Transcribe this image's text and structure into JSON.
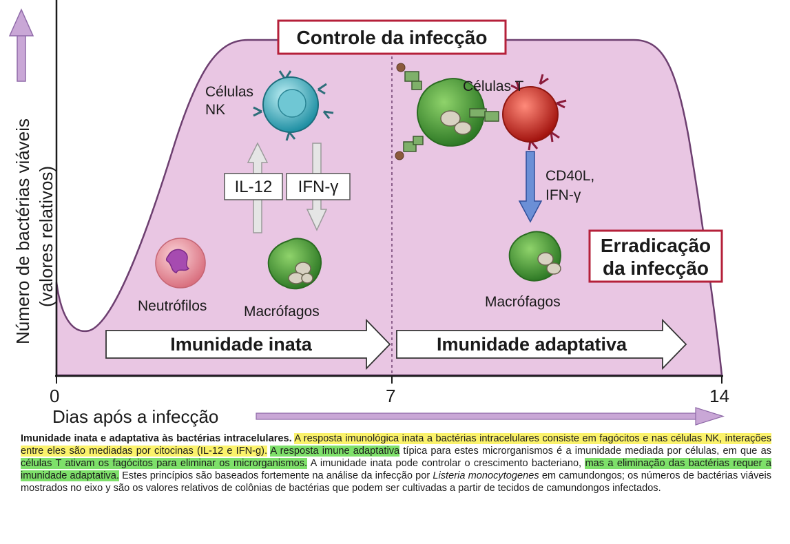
{
  "diagram": {
    "y_axis_label_line1": "Número de bactérias viáveis",
    "y_axis_label_line2": "(valores relativos)",
    "x_axis_label": "Dias após a infecção",
    "x_ticks": [
      "0",
      "7",
      "14"
    ],
    "control_box": "Controle da infecção",
    "eradication_box_line1": "Erradicação",
    "eradication_box_line2": "da infecção",
    "innate_arrow": "Imunidade inata",
    "adaptive_arrow": "Imunidade adaptativa",
    "nk_label_line1": "Células",
    "nk_label_line2": "NK",
    "il12": "IL-12",
    "ifng": "IFN-γ",
    "neutrophils": "Neutrófilos",
    "macrophages_left": "Macrófagos",
    "t_cells": "Células T",
    "cd40l_line1": "CD40L,",
    "cd40l_line2": "IFN-γ",
    "macrophages_right": "Macrófagos",
    "colors": {
      "curve_fill": "#e9c6e3",
      "curve_stroke": "#6d3f70",
      "box_border": "#b5203a",
      "axis_arrow": "#b892c8",
      "macrophage": "#4f9e3b",
      "nk_cell": "#3aa7b8",
      "t_cell": "#c8271f",
      "neutrophil": "#e98b98"
    }
  },
  "caption": {
    "title": "Imunidade inata e adaptativa às bactérias intracelulares.",
    "s1": "A resposta imunológica inata a bactérias intracelulares consiste em fagócitos e nas células NK, interações entre eles são mediadas por citocinas (IL-12 e IFN-g).",
    "s2": "A resposta imune adaptativa",
    "s3": "típica para estes microrganismos é a imunidade mediada por células, em que as",
    "s4": "células T ativam os fagócitos para eliminar os microrganismos.",
    "s5": "A imunidade inata pode controlar o crescimento bacteriano,",
    "s6": "mas a eliminação das bactérias requer a imunidade adaptativa.",
    "s7": "Estes princípios são baseados fortemente na análise da infecção por",
    "s8": "Listeria monocytogenes",
    "s9": "em camundongos; os números de bactérias viáveis mostrados no eixo y são os valores relativos de colônias de bactérias que podem ser cultivadas a partir de tecidos de camundongos infectados."
  }
}
